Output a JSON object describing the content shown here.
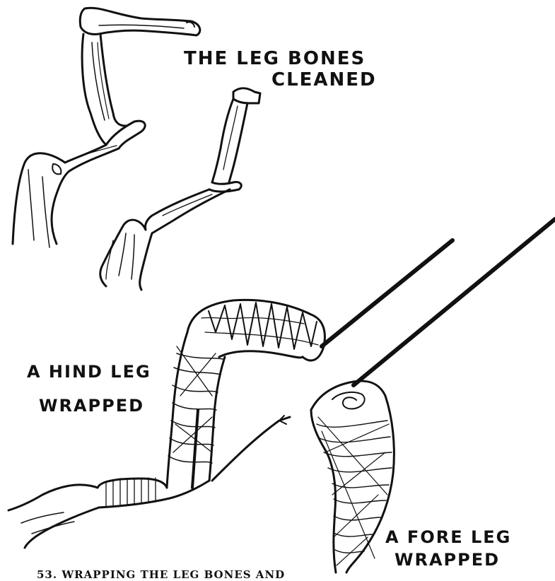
{
  "labels": {
    "leg_bones_line1": "THE LEG BONES",
    "leg_bones_line2": "CLEANED",
    "hind_leg_line1": "A HIND LEG",
    "hind_leg_line2": "WRAPPED",
    "fore_leg_line1": "A FORE LEG",
    "fore_leg_line2": "WRAPPED"
  },
  "caption": "53. WRAPPING THE LEG BONES AND",
  "colors": {
    "ink": "#111111",
    "paper": "#ffffff"
  }
}
